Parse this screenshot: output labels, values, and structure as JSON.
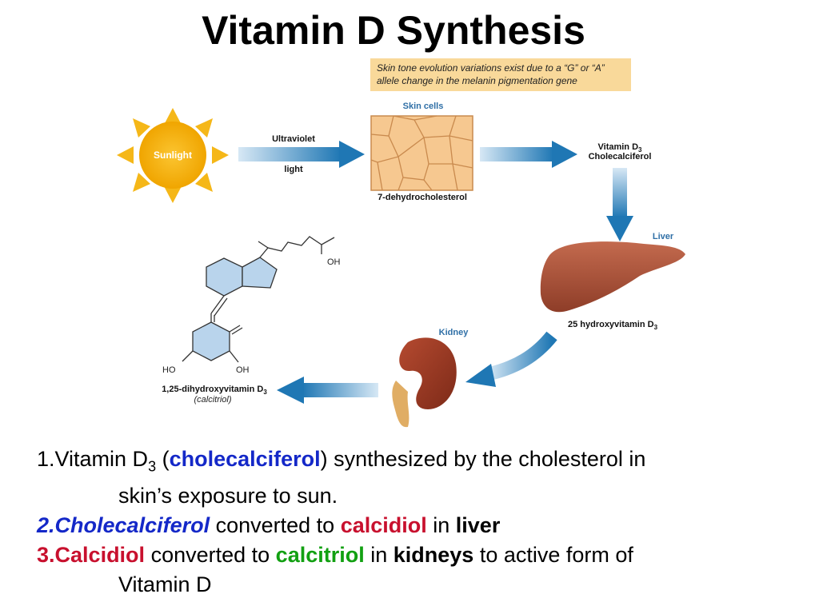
{
  "title": "Vitamin D Synthesis",
  "note": {
    "line1": "Skin tone evolution variations exist due to a “G” or “A”",
    "line2": "allele change in the melanin pigmentation gene"
  },
  "diagram": {
    "sunlight": "Sunlight",
    "uv_top": "Ultraviolet",
    "uv_bottom": "light",
    "skin_cells": "Skin cells",
    "dehydro": "7-dehydrocholesterol",
    "vitd3_line1": "Vitamin D",
    "vitd3_sub": "3",
    "vitd3_line2": "Cholecalciferol",
    "liver": "Liver",
    "hydroxy": "25 hydroxyvitamin D",
    "hydroxy_sub": "3",
    "kidney": "Kidney",
    "dihydroxy": "1,25-dihydroxyvitamin D",
    "dihydroxy_sub": "3",
    "calcitriol_paren": "(calcitriol)",
    "oh_top": "OH",
    "ho_left": "HO",
    "oh_right": "OH"
  },
  "bullets": {
    "b1_prefix": "1.Vitamin D",
    "b1_sub": "3",
    "b1_open": " (",
    "b1_term": "cholecalciferol",
    "b1_close": ") synthesized by the cholesterol in",
    "b1_cont": "skin’s exposure to sun.",
    "b2_num": "2.",
    "b2_term": "Cholecalciferol",
    "b2_mid": " converted to ",
    "b2_term2": "calcidiol",
    "b2_in": " in ",
    "b2_organ": "liver",
    "b3_num": "3.",
    "b3_term": "Calcidiol",
    "b3_mid": " converted to ",
    "b3_term2": "calcitriol",
    "b3_in": " in ",
    "b3_organ": "kidneys",
    "b3_end": " to active form of",
    "b3_cont": "Vitamin D"
  },
  "colors": {
    "sun": "#f5b718",
    "arrow": "#2a7fba",
    "skin": "#f6c890",
    "liver": "#a8523a",
    "kidney": "#9b3b26",
    "molecule": "#b9d4ec"
  }
}
